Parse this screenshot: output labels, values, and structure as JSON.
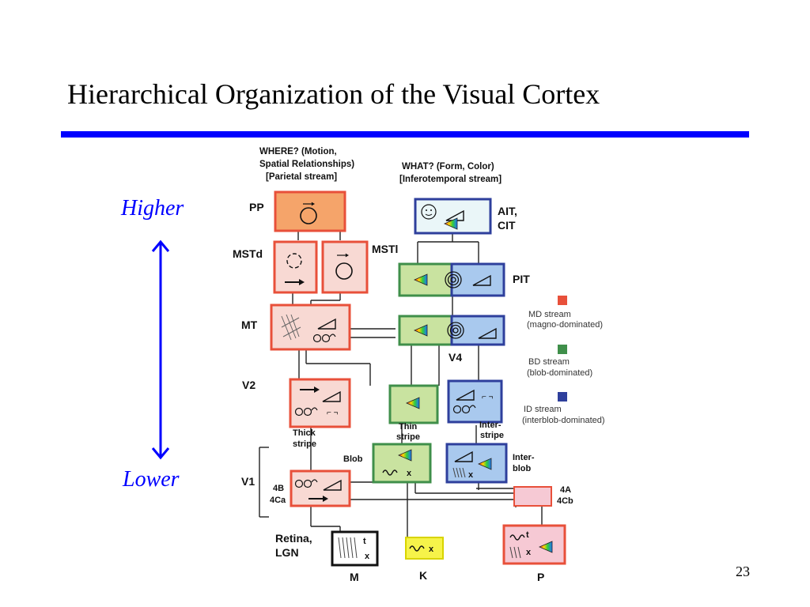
{
  "slide": {
    "title": "Hierarchical Organization of the Visual Cortex",
    "page_number": "23",
    "accent_color": "#0000ff"
  },
  "scale": {
    "higher": "Higher",
    "lower": "Lower"
  },
  "diagram": {
    "where": {
      "line1": "WHERE? (Motion,",
      "line2": "Spatial Relationships)",
      "line3": "[Parietal stream]"
    },
    "what": {
      "line1": "WHAT? (Form, Color)",
      "line2": "[Inferotemporal stream]"
    },
    "areas": {
      "pp": "PP",
      "mstd": "MSTd",
      "mstl": "MSTl",
      "mt": "MT",
      "v2": "V2",
      "v1": "V1",
      "ait": "AIT,",
      "cit": "CIT",
      "pit": "PIT",
      "v4": "V4"
    },
    "sublabels": {
      "thick_1": "Thick",
      "thick_2": "stripe",
      "thin_1": "Thin",
      "thin_2": "stripe",
      "inter_1": "Inter-",
      "inter_2": "stripe",
      "blob": "Blob",
      "interblob_1": "Inter-",
      "interblob_2": "blob",
      "v1_4b": "4B",
      "v1_4ca": "4Ca",
      "v1_4a": "4A",
      "v1_4cb": "4Cb",
      "retina_1": "Retina,",
      "retina_2": "LGN",
      "m": "M",
      "k": "K",
      "p": "P"
    },
    "legend": [
      {
        "line1": "MD stream",
        "line2": "(magno-dominated)",
        "color": "#e8503a"
      },
      {
        "line1": "BD stream",
        "line2": "(blob-dominated)",
        "color": "#3f8f4a"
      },
      {
        "line1": "ID stream",
        "line2": "(interblob-dominated)",
        "color": "#2e3f9c"
      }
    ],
    "colors": {
      "md_border": "#e8503a",
      "md_fill": "#f8d9d3",
      "bd_border": "#3f8f4a",
      "bd_fill": "#c9e3a0",
      "id_border": "#2e3f9c",
      "id_fill": "#a9c9ee",
      "pp_fill": "#f5a46a",
      "ait_fill": "#eaf6f8",
      "k_fill": "#f6f34a",
      "p_fill": "#f6c9d4"
    }
  }
}
